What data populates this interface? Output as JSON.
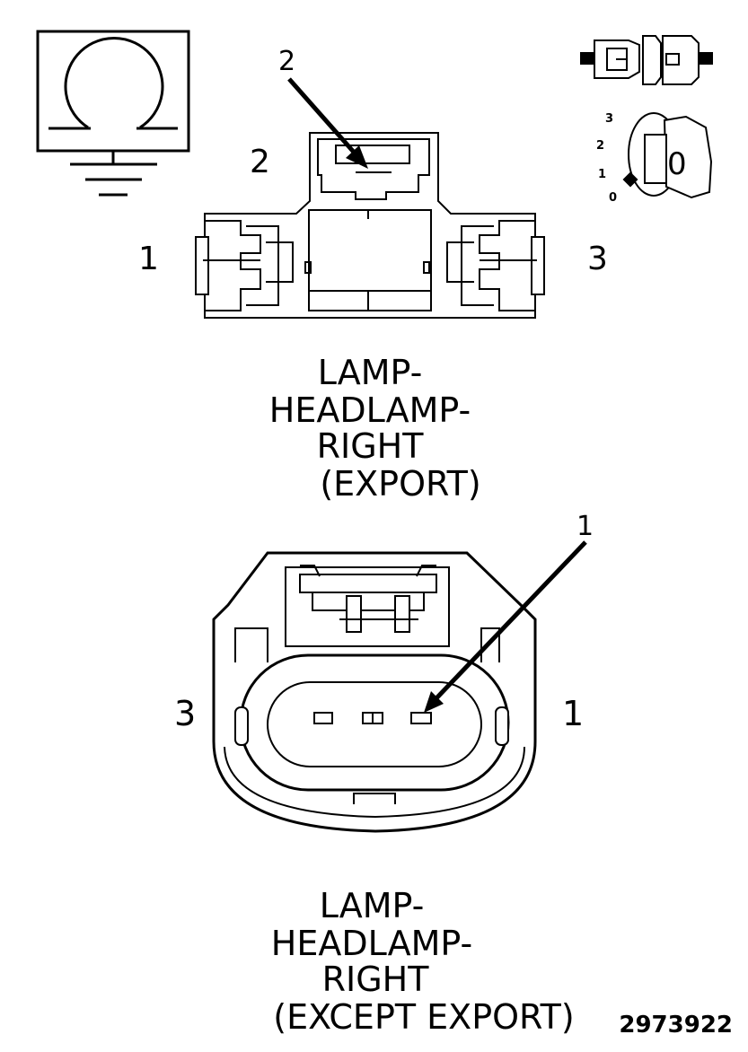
{
  "top_connector": {
    "callout_label": "2",
    "pin_labels": {
      "left": "1",
      "top": "2",
      "right": "3"
    },
    "caption": [
      "LAMP-",
      "HEADLAMP-",
      "RIGHT",
      "(EXPORT)"
    ]
  },
  "bottom_connector": {
    "callout_label": "1",
    "pin_labels": {
      "left": "3",
      "right": "1"
    },
    "caption": [
      "LAMP-",
      "HEADLAMP-",
      "RIGHT",
      "(EXCEPT EXPORT)"
    ]
  },
  "ignition": {
    "positions": [
      "3",
      "2",
      "1",
      "0"
    ],
    "key_label": "0"
  },
  "figure_number": "2973922",
  "icons": [
    "ohmmeter-icon",
    "ground-symbol-icon",
    "connector-disconnected-icon",
    "ignition-key-icon"
  ],
  "colors": {
    "line": "#000000",
    "background": "#ffffff"
  }
}
